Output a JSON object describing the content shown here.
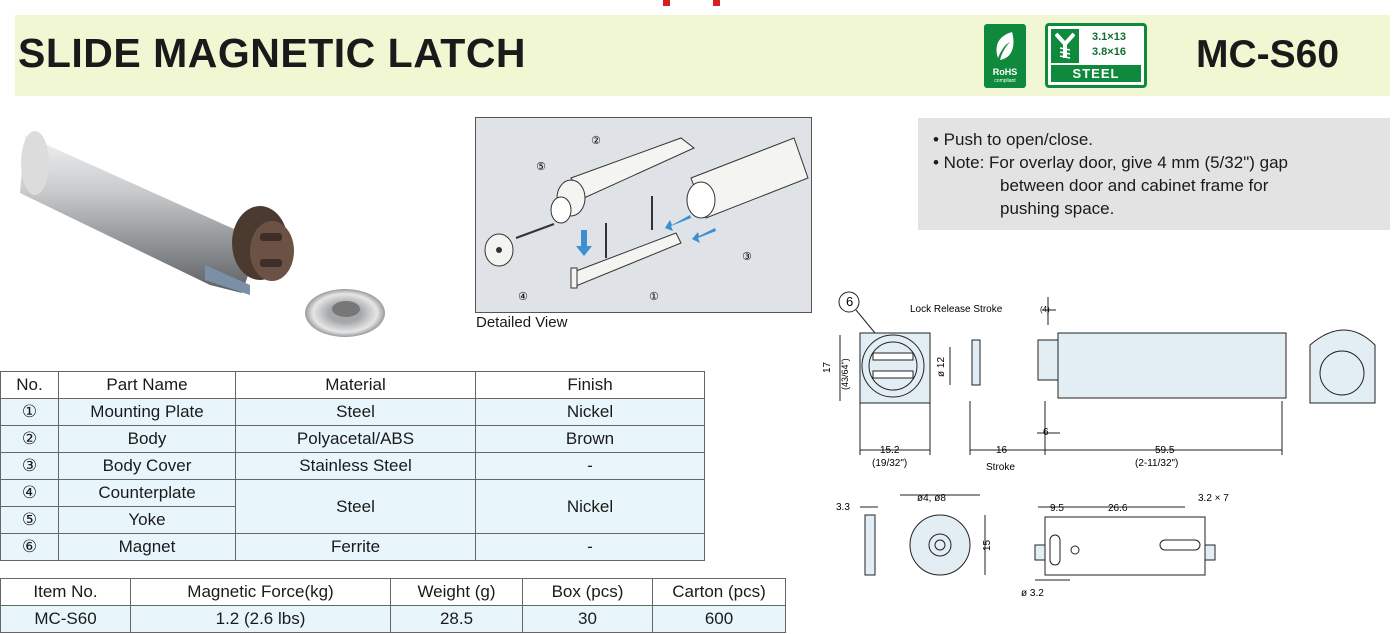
{
  "header": {
    "title": "SLIDE MAGNETIC LATCH",
    "model": "MC-S60",
    "rohs_badge": {
      "line1": "RoHS",
      "line2": "compliant",
      "icon": "leaf-icon",
      "color": "#0f8a3c"
    },
    "screw_badge": {
      "size1": "3.1×13",
      "size2": "3.8×16",
      "material": "STEEL",
      "icon": "screw-icon"
    },
    "title_bar_color": "#f1f7d2",
    "accent_red": "#d32020"
  },
  "notes": {
    "line1": "• Push to open/close.",
    "line2": "• Note: For overlay door, give 4 mm (5/32\") gap",
    "line3": "between door and cabinet frame for",
    "line4": "pushing space."
  },
  "detail": {
    "caption": "Detailed View",
    "callouts": [
      "①",
      "②",
      "③",
      "④",
      "⑤"
    ]
  },
  "drawing": {
    "label_6": "6",
    "lock_release": "Lock Release Stroke",
    "lock_release_val": "(4)",
    "dim_17": "17",
    "dim_17_frac": "(43/64\")",
    "dim_d12": "ø 12",
    "dim_15_2": "15.2",
    "dim_15_2_frac": "(19/32\")",
    "dim_6": "6",
    "dim_16": "16",
    "stroke": "Stroke",
    "dim_59_5": "59.5",
    "dim_59_5_frac": "(2-11/32\")",
    "dim_3_3": "3.3",
    "dim_d4_d8": "ø4, ø8",
    "dim_15": "15",
    "dim_9_5": "9.5",
    "dim_26_6": "26.6",
    "dim_3_2x7": "3.2 × 7",
    "dim_d3_2": "ø 3.2"
  },
  "parts_table": {
    "headers": [
      "No.",
      "Part Name",
      "Material",
      "Finish"
    ],
    "rows": [
      [
        "①",
        "Mounting Plate",
        "Steel",
        "Nickel"
      ],
      [
        "②",
        "Body",
        "Polyacetal/ABS",
        "Brown"
      ],
      [
        "③",
        "Body Cover",
        "Stainless Steel",
        "-"
      ],
      [
        "④",
        "Counterplate",
        "Steel",
        "Nickel"
      ],
      [
        "⑤",
        "Yoke",
        "",
        ""
      ],
      [
        "⑥",
        "Magnet",
        "Ferrite",
        "-"
      ]
    ]
  },
  "spec_table": {
    "headers": [
      "Item No.",
      "Magnetic Force(kg)",
      "Weight (g)",
      "Box (pcs)",
      "Carton (pcs)"
    ],
    "row": [
      "MC-S60",
      "1.2 (2.6 lbs)",
      "28.5",
      "30",
      "600"
    ]
  }
}
